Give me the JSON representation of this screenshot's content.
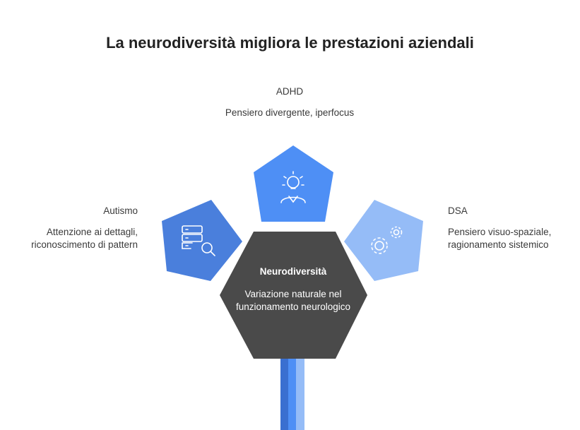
{
  "title": "La neurodiversità migliora le prestazioni aziendali",
  "center": {
    "heading": "Neurodiversità",
    "text": "Variazione naturale nel funzionamento neurologico",
    "color": "#4a4a4a"
  },
  "nodes": {
    "left": {
      "heading": "Autismo",
      "text": "Attenzione ai dettagli, riconoscimento di pattern",
      "color": "#4a7fdc",
      "icon": "database-search-icon"
    },
    "top": {
      "heading": "ADHD",
      "text": "Pensiero divergente, iperfocus",
      "color": "#4e8ff5",
      "icon": "lightbulb-person-icon"
    },
    "right": {
      "heading": "DSA",
      "text": "Pensiero visuo-spaziale, ragionamento sistemico",
      "color": "#95bcf7",
      "icon": "gears-icon"
    }
  },
  "stem_colors": [
    "#3a6fd0",
    "#4e8ff5",
    "#95bcf7"
  ]
}
